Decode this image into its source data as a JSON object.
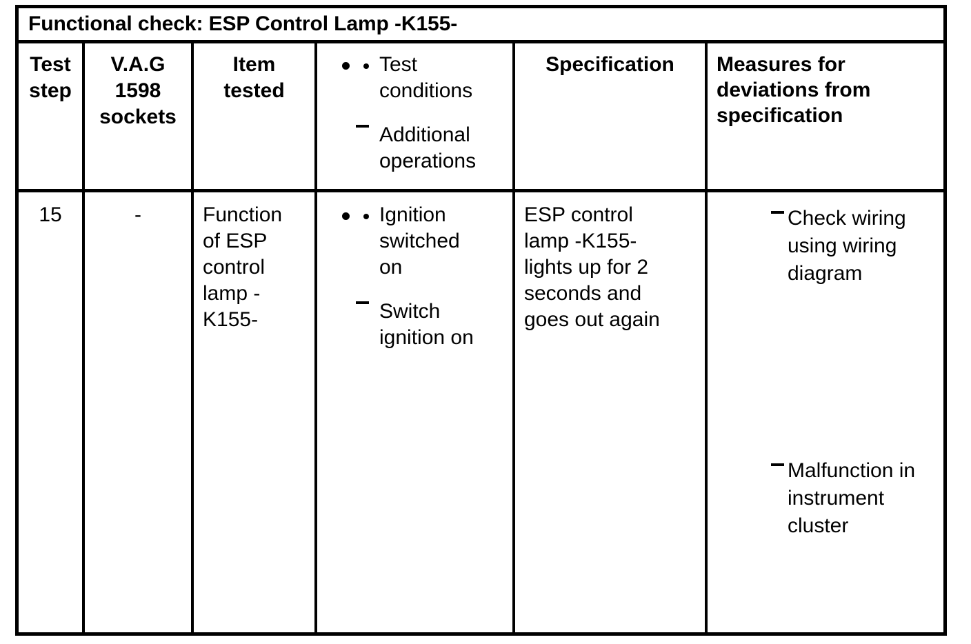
{
  "document": {
    "title": "Functional check: ESP Control Lamp -K155-"
  },
  "table": {
    "headers": {
      "test_step": "Test\nstep",
      "vag_sockets": "V.A.G\n1598\nsockets",
      "item_tested": "Item\ntested",
      "test_conditions": {
        "bullet_label": "Test\nconditions",
        "dash_label": "Additional\noperations"
      },
      "specification": "Specification",
      "measures": "Measures for\ndeviations from\nspecification"
    },
    "rows": [
      {
        "test_step": "15",
        "vag_sockets": "-",
        "item_tested": "Function\nof ESP\ncontrol\nlamp -\nK155-",
        "test_conditions": {
          "bullet_label": "Ignition\nswitched\non",
          "dash_label": "Switch\nignition on"
        },
        "specification": "ESP control\nlamp -K155-\nlights up for 2\nseconds and\ngoes out again",
        "measures": [
          "Check wiring\nusing wiring\ndiagram",
          "Malfunction in\ninstrument\ncluster"
        ]
      }
    ]
  },
  "style": {
    "ink": "#000000",
    "paper": "#ffffff"
  }
}
